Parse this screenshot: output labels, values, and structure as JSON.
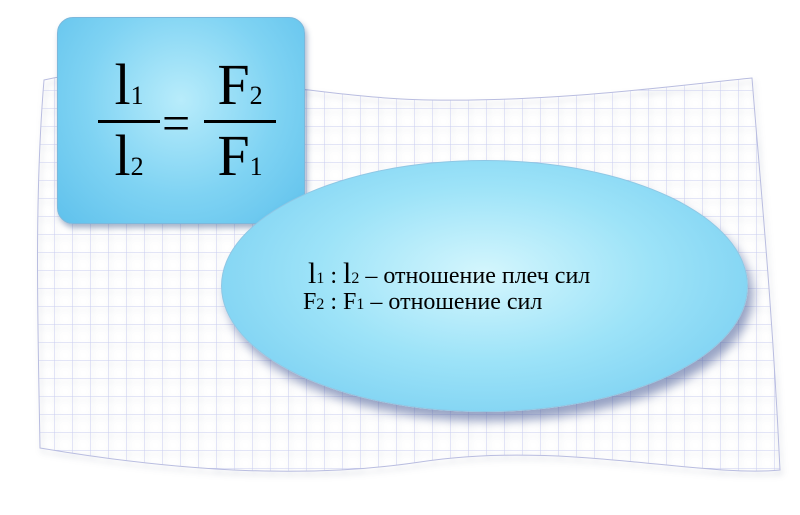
{
  "formula": {
    "left_num_symbol": "l",
    "left_num_sub": "1",
    "left_den_symbol": "l",
    "left_den_sub": "2",
    "equals": "=",
    "right_num_symbol": "F",
    "right_num_sub": "2",
    "right_den_symbol": "F",
    "right_den_sub": "1"
  },
  "legend": {
    "line1": {
      "a_symbol": "l",
      "a_sub": "1",
      "sep": " : ",
      "b_symbol": "l",
      "b_sub": "2",
      "text": "  – отношение плеч сил"
    },
    "line2": {
      "a_symbol": "F",
      "a_sub": "2",
      "sep": " : ",
      "b_symbol": "F",
      "b_sub": "1",
      "text": " – отношение сил"
    }
  },
  "colors": {
    "card_fill": "#7fd3f3",
    "ellipse_fill": "#9de3f8",
    "grid_line": "#c9cdf0"
  }
}
